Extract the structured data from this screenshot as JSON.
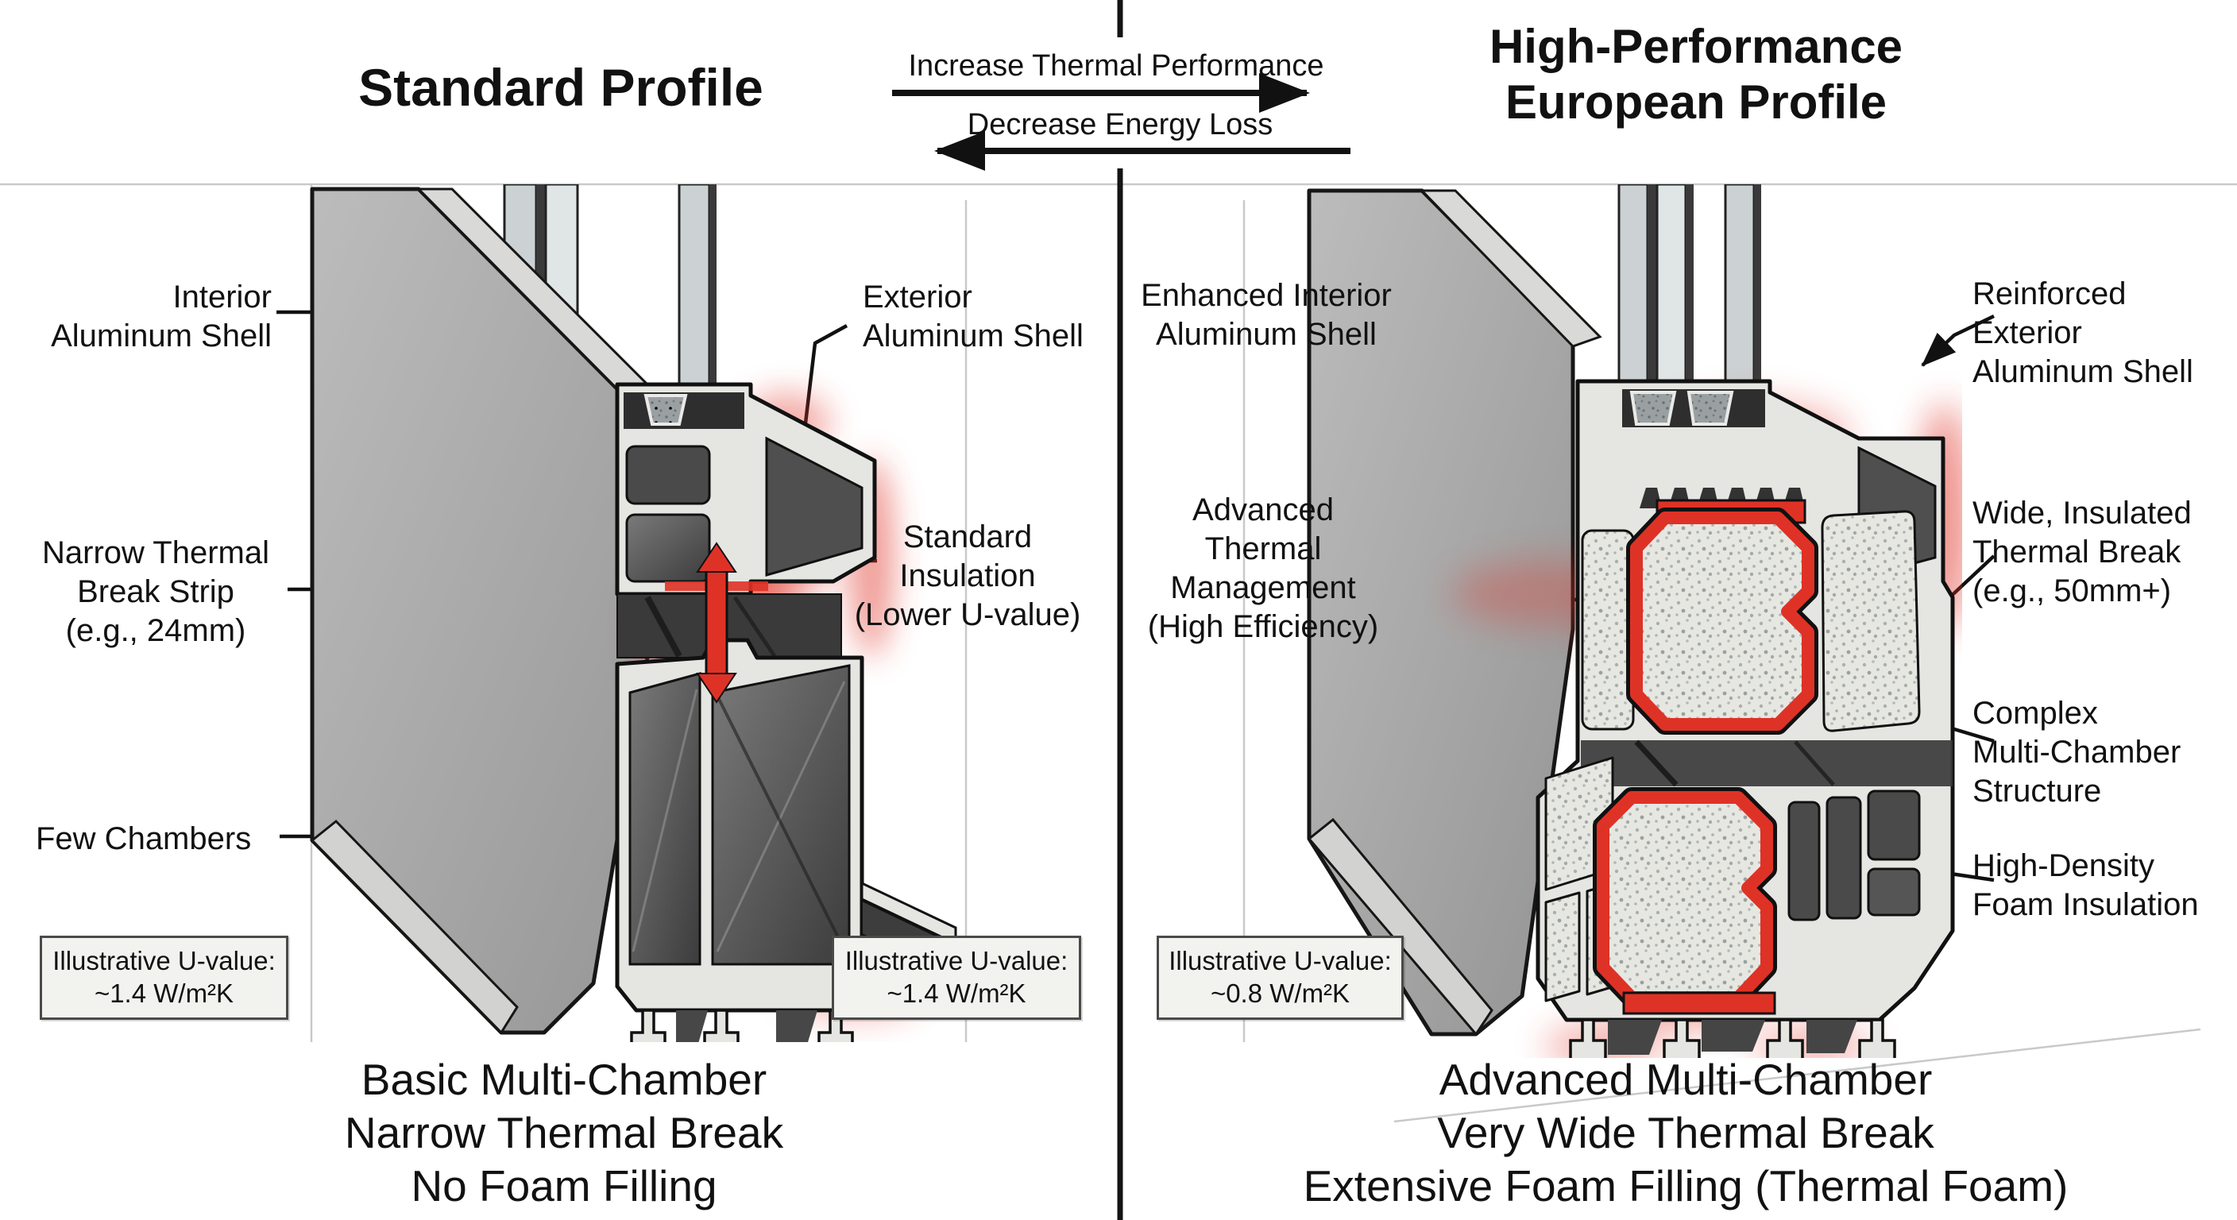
{
  "titles": {
    "left": "Standard Profile",
    "right": [
      "High-Performance",
      "European Profile"
    ]
  },
  "center": {
    "top_arrow_label": "Increase Thermal Performance",
    "bottom_arrow_label": "Decrease Energy Loss"
  },
  "left_panel": {
    "labels": {
      "interior_shell": [
        "Interior",
        "Aluminum Shell"
      ],
      "exterior_shell": [
        "Exterior",
        "Aluminum Shell"
      ],
      "thermal_break": [
        "Narrow Thermal",
        "Break Strip",
        "(e.g., 24mm)"
      ],
      "insulation": [
        "Standard",
        "Insulation",
        "(Lower U-value)"
      ],
      "chambers": "Few Chambers"
    },
    "uvalue_left": [
      "Illustrative U-value:",
      "~1.4 W/m²K"
    ],
    "uvalue_right": [
      "Illustrative U-value:",
      "~1.4 W/m²K"
    ],
    "caption": [
      "Basic Multi-Chamber",
      "Narrow Thermal Break",
      "No Foam Filling"
    ]
  },
  "right_panel": {
    "labels": {
      "interior_shell": [
        "Enhanced Interior",
        "Aluminum Shell"
      ],
      "thermal_mgmt": [
        "Advanced",
        "Thermal",
        "Management",
        "(High Efficiency)"
      ],
      "exterior_shell": [
        "Reinforced",
        "Exterior",
        "Aluminum Shell"
      ],
      "thermal_break": [
        "Wide, Insulated",
        "Thermal Break",
        "(e.g., 50mm+)"
      ],
      "multi_chamber": [
        "Complex",
        "Multi-Chamber",
        "Structure"
      ],
      "foam": [
        "High-Density",
        "Foam Insulation"
      ]
    },
    "uvalue": [
      "Illustrative U-value:",
      "~0.8 W/m²K"
    ],
    "caption": [
      "Advanced Multi-Chamber",
      "Very Wide Thermal Break",
      "Extensive Foam Filling (Thermal Foam)"
    ]
  },
  "colors": {
    "accent_red": "#df3226",
    "aluminum_web": "#e6e6e2",
    "slab_gray": "#a9a9a9",
    "chamber_dark": "#474747",
    "glass": "#ccd3d6",
    "foam_base": "#e7e7e2",
    "uvalue_box_bg": "#f2f2ef",
    "guide_line": "#c9c9c9",
    "ink": "#111111"
  }
}
